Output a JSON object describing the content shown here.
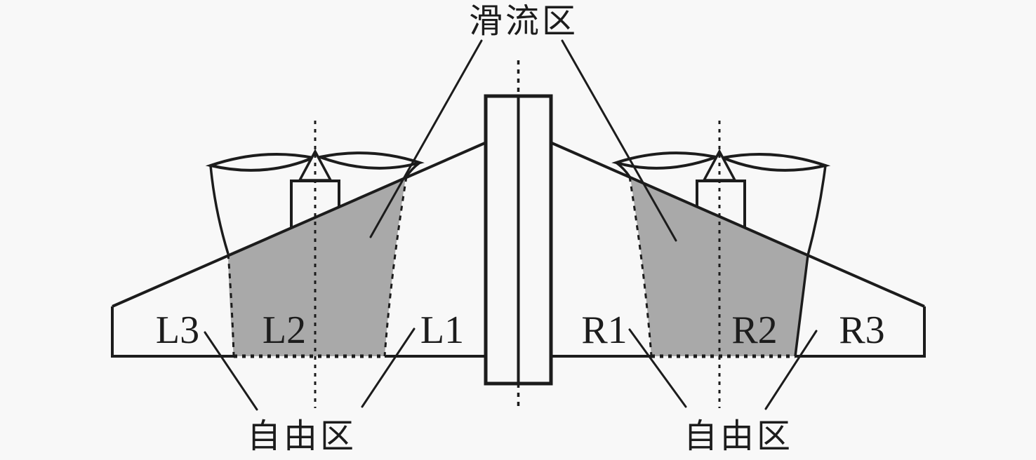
{
  "labels": {
    "slipstream_zone": "滑流区",
    "free_zone_left": "自由区",
    "free_zone_right": "自由区",
    "wing_section_l3": "L3",
    "wing_section_l2": "L2",
    "wing_section_l1": "L1",
    "wing_section_r1": "R1",
    "wing_section_r2": "R2",
    "wing_section_r3": "R3"
  },
  "colors": {
    "background": "#f8f8f8",
    "line": "#1c1c1c",
    "slipstream_fill": "#a9a9a9"
  }
}
